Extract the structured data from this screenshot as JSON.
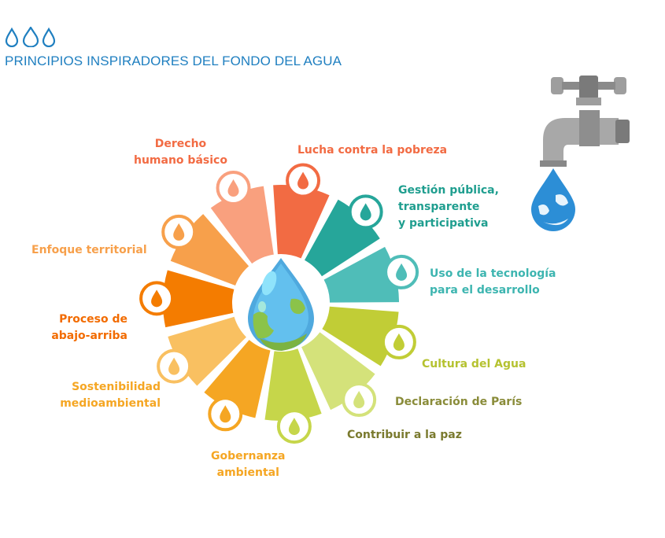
{
  "title": "PRINCIPIOS INSPIRADORES DEL FONDO DEL AGUA",
  "principles": [
    {
      "label": "Derecho humano básico",
      "l1": "Derecho",
      "l2": "humano básico",
      "color": "#F9A07E",
      "text_color": "#F26B43"
    },
    {
      "label": "Lucha contra la pobreza",
      "l1": "Lucha contra la pobreza",
      "l2": "",
      "color": "#F26B43",
      "text_color": "#F26B43"
    },
    {
      "label": "Gestión pública, transparente y participativa",
      "l1": "Gestión pública,",
      "l2": "transparente",
      "l3": "y participativa",
      "color": "#26A69A",
      "text_color": "#1F9E8F"
    },
    {
      "label": "Uso de la tecnología para el desarrollo",
      "l1": "Uso de la tecnología",
      "l2": "para el desarrollo",
      "color": "#4FBDB8",
      "text_color": "#3DB5B0"
    },
    {
      "label": "Cultura del Agua",
      "l1": "Cultura del Agua",
      "l2": "",
      "color": "#C1CD36",
      "text_color": "#B5C230"
    },
    {
      "label": "Declaración de París",
      "l1": "Declaración de París",
      "l2": "",
      "color": "#D4E27A",
      "text_color": "#8A8C3A"
    },
    {
      "label": "Contribuir a la paz",
      "l1": "Contribuir a la paz",
      "l2": "",
      "color": "#C6D64A",
      "text_color": "#7A7A2E"
    },
    {
      "label": "Gobernanza ambiental",
      "l1": "Gobernanza",
      "l2": "ambiental",
      "color": "#F5A623",
      "text_color": "#F5A623"
    },
    {
      "label": "Sostenibilidad medioambiental",
      "l1": "Sostenibilidad",
      "l2": "medioambiental",
      "color": "#F9C061",
      "text_color": "#F5A623"
    },
    {
      "label": "Proceso de abajo-arriba",
      "l1": "Proceso de",
      "l2": "abajo-arriba",
      "color": "#F47C00",
      "text_color": "#F26B00"
    },
    {
      "label": "Enfoque territorial",
      "l1": "Enfoque territorial",
      "l2": "",
      "color": "#F7A04B",
      "text_color": "#F7A04B"
    }
  ],
  "colors": {
    "title": "#1f7fc0",
    "water": "#5DB8EA",
    "land": "#7CB342",
    "faucet": "#9E9E9E"
  }
}
